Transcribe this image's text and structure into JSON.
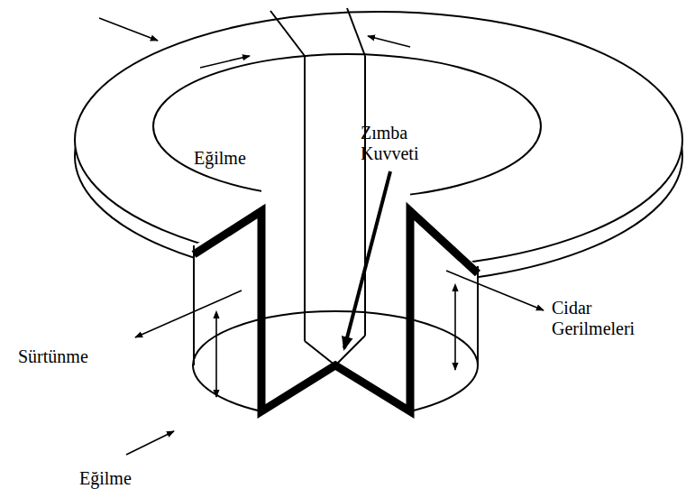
{
  "diagram": {
    "labels": [
      "Eğilme",
      "Zımba Kuvveti",
      "Cidar Gerilmeleri",
      "Sürtünme",
      "Eğilme"
    ]
  }
}
